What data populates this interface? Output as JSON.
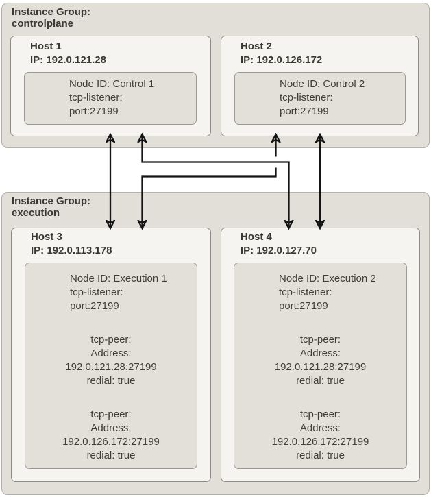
{
  "diagram": {
    "groups": [
      {
        "label": "Instance Group:",
        "name": "controlplane",
        "hosts": [
          {
            "title": "Host 1",
            "ip": "IP: 192.0.121.28",
            "node": {
              "lines": [
                "Node ID: Control 1",
                "tcp-listener:",
                "port:27199"
              ]
            }
          },
          {
            "title": "Host 2",
            "ip": "IP: 192.0.126.172",
            "node": {
              "lines": [
                "Node ID: Control 2",
                "tcp-listener:",
                "port:27199"
              ]
            }
          }
        ]
      },
      {
        "label": "Instance Group:",
        "name": "execution",
        "hosts": [
          {
            "title": "Host 3",
            "ip": "IP: 192.0.113.178",
            "node": {
              "lines": [
                "Node ID: Execution 1",
                "tcp-listener:",
                "port:27199"
              ],
              "peers": [
                [
                  "tcp-peer:",
                  "Address:",
                  "192.0.121.28:27199",
                  "redial: true"
                ],
                [
                  "tcp-peer:",
                  "Address:",
                  "192.0.126.172:27199",
                  "redial: true"
                ]
              ]
            }
          },
          {
            "title": "Host 4",
            "ip": "IP: 192.0.127.70",
            "node": {
              "lines": [
                "Node ID: Execution 2",
                "tcp-listener:",
                "port:27199"
              ],
              "peers": [
                [
                  "tcp-peer:",
                  "Address:",
                  "192.0.121.28:27199",
                  "redial: true"
                ],
                [
                  "tcp-peer:",
                  "Address:",
                  "192.0.126.172:27199",
                  "redial: true"
                ]
              ]
            }
          }
        ]
      }
    ],
    "connections": [
      {
        "from": "Control 1",
        "to": "Execution 1",
        "style": "double-headed"
      },
      {
        "from": "Control 1",
        "to": "Execution 2",
        "style": "double-headed"
      },
      {
        "from": "Control 2",
        "to": "Execution 1",
        "style": "double-headed"
      },
      {
        "from": "Control 2",
        "to": "Execution 2",
        "style": "double-headed"
      }
    ],
    "colors": {
      "group_fill": "#e2dfd8",
      "group_border": "#b4afa7",
      "host_fill": "#f5f4f1",
      "host_border": "#8f8c86",
      "node_fill": "#e3e0d9",
      "node_border": "#9c9892",
      "text": "#3b3732",
      "arrow": "#141414"
    }
  }
}
